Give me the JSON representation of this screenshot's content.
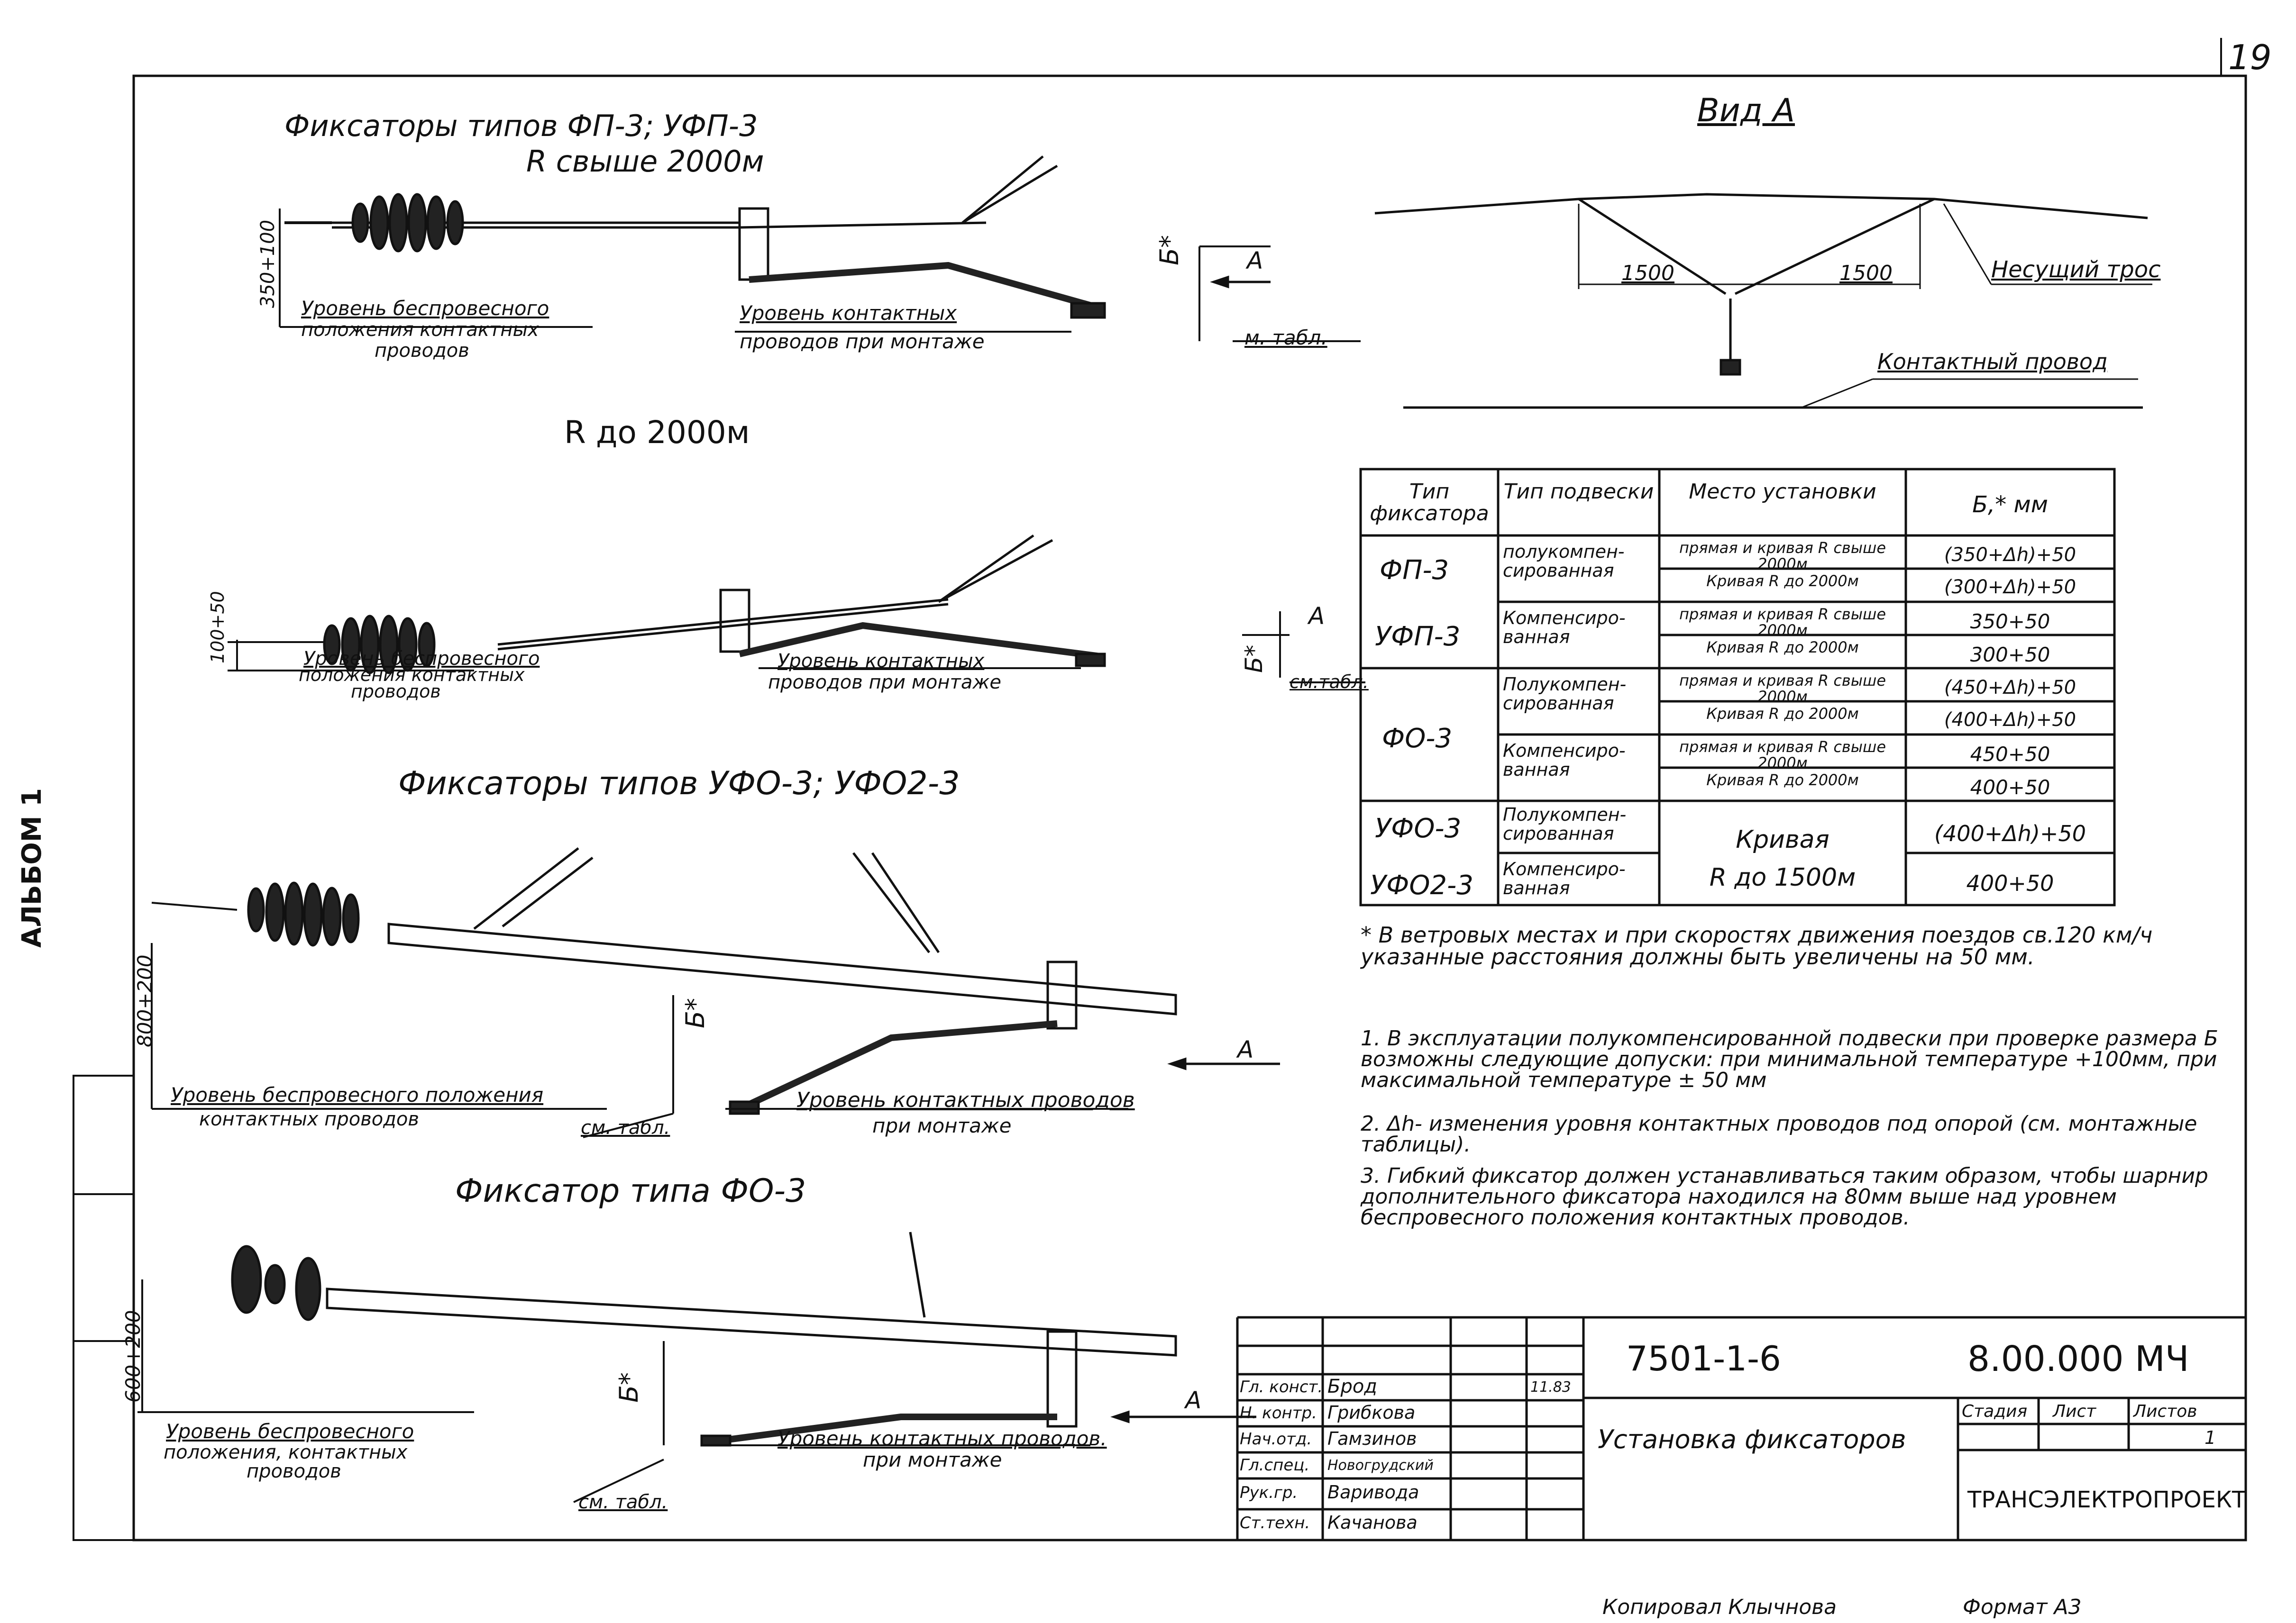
{
  "page_number": "19",
  "album_label": "АЛЬБОМ 1",
  "section1": {
    "title_line1": "Фиксаторы   типов  ФП-3;  УФП-3",
    "title_line2": "R свыше 2000м",
    "dim_vertical": "350+100",
    "level1_line1": "Уровень беспровесного",
    "level1_line2": "положения контактных",
    "level1_line3": "проводов",
    "level2_line1": "Уровень контактных",
    "level2_line2": "проводов при монтаже",
    "b_star": "Б*",
    "arrow_a": "А",
    "see_table": "м. табл."
  },
  "section2": {
    "title": "R до 2000м",
    "dim_vertical": "100+50",
    "level1_line1": "Уровень беспровесного",
    "level1_line2": "положения контактных",
    "level1_line3": "проводов",
    "level2_line1": "Уровень контактных",
    "level2_line2": "проводов при монтаже",
    "b_star": "Б*",
    "arrow_a": "А",
    "see_table": "см.табл."
  },
  "section3": {
    "title": "Фиксаторы  типов   УФО-3;  УФО2-3",
    "dim_vertical": "800+200",
    "level1_line1": "Уровень беспровесного положения",
    "level1_line2": "контактных проводов",
    "level2_line1": "Уровень контактных проводов",
    "level2_line2": "при монтаже",
    "b_star": "Б*",
    "arrow_a": "А",
    "see_table": "см. табл."
  },
  "section4": {
    "title": "Фиксатор  типа   ФО-3",
    "dim_vertical": "600+200",
    "level1_line1": "Уровень беспровесного",
    "level1_line2": "положения, контактных",
    "level1_line3": "проводов",
    "level2_line1": "Уровень контактных проводов.",
    "level2_line2": "при монтаже",
    "b_star": "Б*",
    "arrow_a": "А",
    "see_table": "см. табл."
  },
  "view_a": {
    "title": "Вид А",
    "dim_left": "1500",
    "dim_right": "1500",
    "label_messenger": "Несущий трос",
    "label_contact_wire": "Контактный провод"
  },
  "table": {
    "headers": [
      "Тип фиксатора",
      "Тип подвески",
      "Место установки",
      "Б,* мм"
    ],
    "groups": [
      {
        "fixator": "ФП-3",
        "rows": [
          {
            "suspension": "полукомпен-сированная",
            "place": "прямая и кривая R свыше 2000м",
            "value": "(350+Δh)+50"
          },
          {
            "suspension": "",
            "place": "Кривая R до 2000м",
            "value": "(300+Δh)+50"
          }
        ]
      },
      {
        "fixator": "УФП-3",
        "rows": [
          {
            "suspension": "Компенсиро-ванная",
            "place": "прямая и кривая R свыше 2000м",
            "value": "350+50"
          },
          {
            "suspension": "",
            "place": "Кривая R до 2000м",
            "value": "300+50"
          }
        ]
      },
      {
        "fixator": "ФО-3",
        "rows": [
          {
            "suspension": "Полукомпен-сированная",
            "place": "прямая и кривая R свыше 2000м",
            "value": "(450+Δh)+50"
          },
          {
            "suspension": "",
            "place": "Кривая R до 2000м",
            "value": "(400+Δh)+50"
          },
          {
            "suspension": "Компенсиро-ванная",
            "place": "прямая и кривая R свыше 2000м",
            "value": "450+50"
          },
          {
            "suspension": "",
            "place": "Кривая R до 2000м",
            "value": "400+50"
          }
        ]
      },
      {
        "fixator": "УФО-3",
        "rows": [
          {
            "suspension": "Полукомпен-сированная",
            "place": "Кривая",
            "value": "(400+Δh)+50"
          }
        ]
      },
      {
        "fixator": "УФО2-3",
        "rows": [
          {
            "suspension": "Компенсиро-ванная",
            "place": "R до 1500м",
            "value": "400+50"
          }
        ]
      }
    ]
  },
  "footnote": "* В  ветровых местах  и при скоростях  движения поездов св.120 км/ч указанные расстояния должны быть увеличены на 50 мм.",
  "notes": [
    "1. В эксплуатации полукомпенсированной подвески при проверке размера Б  возможны следующие допуски: при минимальной температуре +100мм, при максимальной температуре ± 50 мм",
    "2. Δh- изменения уровня контактных проводов под опорой (см. монтажные таблицы).",
    "3. Гибкий фиксатор должен устанавливаться таким образом, чтобы шарнир дополнительного фиксатора находился на 80мм выше над уровнем беспровесного положения контактных проводов."
  ],
  "title_block": {
    "doc_number": "7501-1-6",
    "code": "8.00.000 МЧ",
    "title": "Установка фиксаторов",
    "stage_label": "Стадия",
    "sheet_label": "Лист",
    "sheets_label": "Листов",
    "sheets_value": "1",
    "org": "ТРАНСЭЛЕКТРОПРОЕКТ",
    "date": "11.83",
    "roles": [
      {
        "role": "Гл. конст.",
        "name": "Брод"
      },
      {
        "role": "Н. контр.",
        "name": "Грибкова"
      },
      {
        "role": "Нач.отд.",
        "name": "Гамзинов"
      },
      {
        "role": "Гл.спец.",
        "name": "Новогрудский"
      },
      {
        "role": "Рук.гр.",
        "name": "Варивода"
      },
      {
        "role": "Ст.техн.",
        "name": "Качанова"
      }
    ]
  },
  "bottom": {
    "copied": "Копировал Клычнова",
    "format": "Формат А3"
  }
}
